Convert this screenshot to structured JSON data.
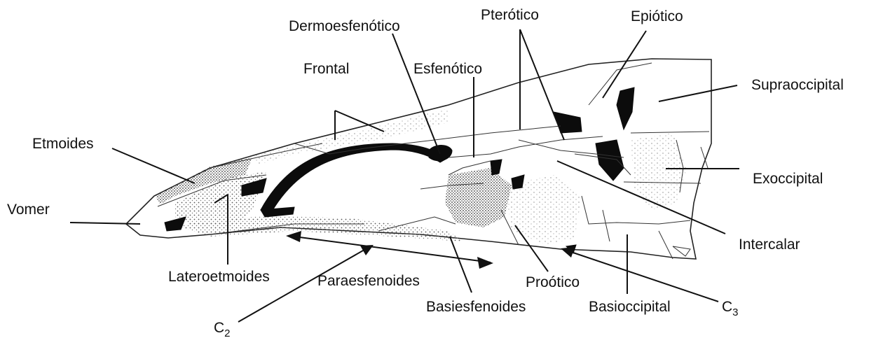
{
  "diagram": {
    "labels": {
      "dermoesfenotico": "Dermoesfenótico",
      "pterotico": "Pterótico",
      "epiotico": "Epiótico",
      "frontal": "Frontal",
      "esfenotico": "Esfenótico",
      "supraoccipital": "Supraoccipital",
      "etmoides": "Etmoides",
      "exoccipital": "Exoccipital",
      "vomer": "Vomer",
      "intercalar": "Intercalar",
      "lateroetmoides": "Lateroetmoides",
      "paraesfenoides": "Paraesfenoides",
      "proótico": "Proótico",
      "basiesfenoides": "Basiesfenoides",
      "basioccipital": "Basioccipital",
      "c3_letter": "C",
      "c3_sub": "3",
      "c2_letter": "C",
      "c2_sub": "2"
    }
  }
}
